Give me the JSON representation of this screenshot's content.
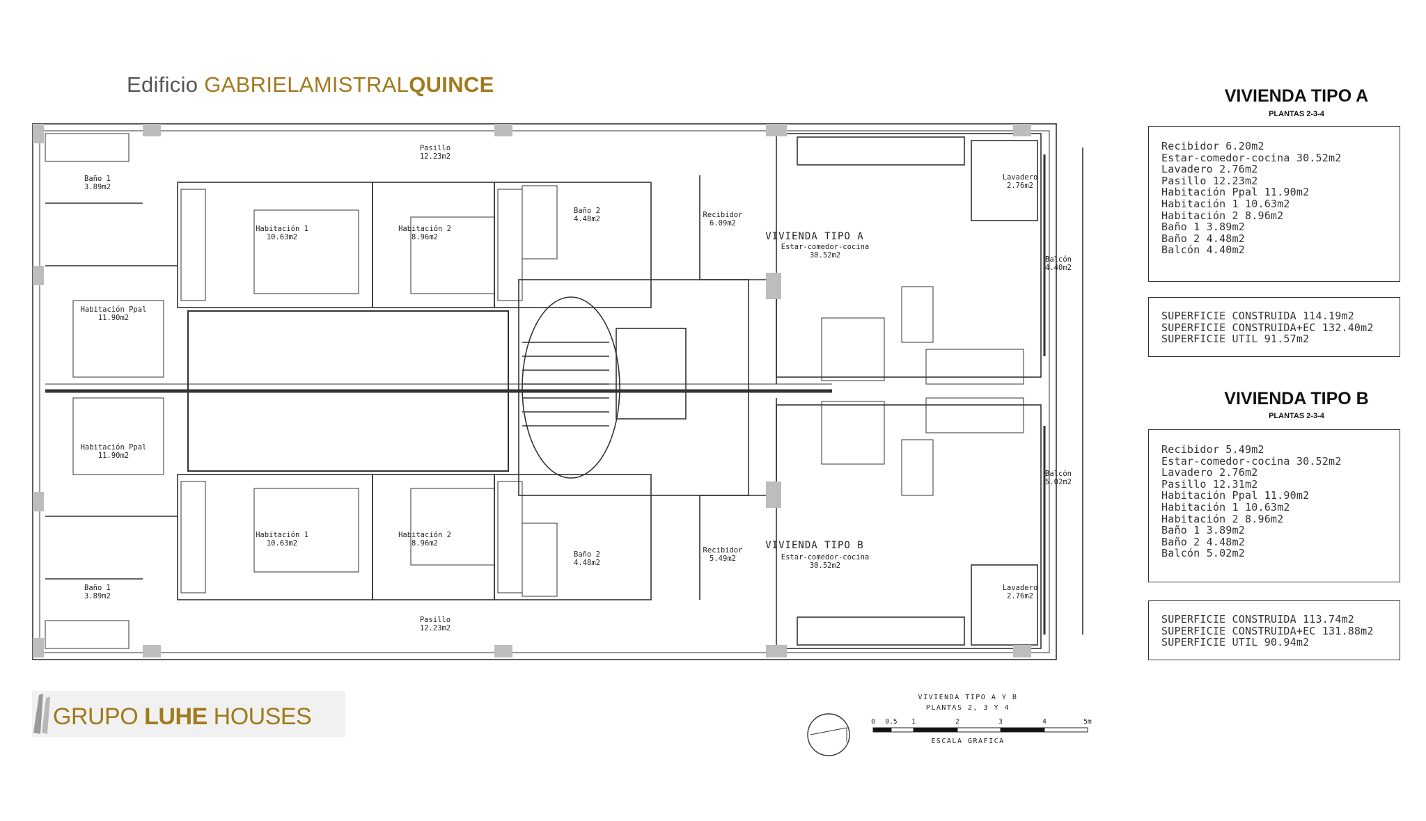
{
  "header": {
    "prefix": "Edificio",
    "name_light": "GABRIELAMISTRAL",
    "name_bold": "QUINCE"
  },
  "plan": {
    "rooms": [
      {
        "id": "pasillo-a",
        "name": "Pasillo",
        "area": "12.23m2"
      },
      {
        "id": "bano1-a",
        "name": "Baño 1",
        "area": "3.89m2"
      },
      {
        "id": "hab1-a",
        "name": "Habitación 1",
        "area": "10.63m2"
      },
      {
        "id": "hab2-a",
        "name": "Habitación 2",
        "area": "8.96m2"
      },
      {
        "id": "bano2-a",
        "name": "Baño 2",
        "area": "4.48m2"
      },
      {
        "id": "recibidor-a",
        "name": "Recibidor",
        "area": "6.09m2"
      },
      {
        "id": "estar-a",
        "name": "Estar-comedor-cocina",
        "area": "30.52m2"
      },
      {
        "id": "lavadero-a",
        "name": "Lavadero",
        "area": "2.76m2"
      },
      {
        "id": "balcon-a",
        "name": "Balcón",
        "area": "4.40m2"
      },
      {
        "id": "habppal-a",
        "name": "Habitación Ppal",
        "area": "11.90m2"
      },
      {
        "id": "habppal-b",
        "name": "Habitación Ppal",
        "area": "11.90m2"
      },
      {
        "id": "balcon-b",
        "name": "Balcón",
        "area": "5.02m2"
      },
      {
        "id": "hab1-b",
        "name": "Habitación 1",
        "area": "10.63m2"
      },
      {
        "id": "hab2-b",
        "name": "Habitación 2",
        "area": "8.96m2"
      },
      {
        "id": "bano2-b",
        "name": "Baño 2",
        "area": "4.48m2"
      },
      {
        "id": "recibidor-b",
        "name": "Recibidor",
        "area": "5.49m2"
      },
      {
        "id": "estar-b",
        "name": "Estar-comedor-cocina",
        "area": "30.52m2"
      },
      {
        "id": "lavadero-b",
        "name": "Lavadero",
        "area": "2.76m2"
      },
      {
        "id": "bano1-b",
        "name": "Baño 1",
        "area": "3.89m2"
      },
      {
        "id": "pasillo-b",
        "name": "Pasillo",
        "area": "12.23m2"
      }
    ],
    "label_tipo_a": "VIVIENDA TIPO A",
    "label_tipo_b": "VIVIENDA TIPO B"
  },
  "tipo_a": {
    "title": "VIVIENDA TIPO A",
    "subtitle": "PLANTAS 2-3-4",
    "rooms": [
      "Recibidor 6.20m2",
      "Estar-comedor-cocina 30.52m2",
      "Lavadero 2.76m2",
      "Pasillo 12.23m2",
      "Habitación Ppal 11.90m2",
      "Habitación 1 10.63m2",
      "Habitación 2 8.96m2",
      "Baño 1 3.89m2",
      "Baño 2 4.48m2",
      "Balcón 4.40m2"
    ],
    "surfaces": [
      "SUPERFICIE CONSTRUIDA 114.19m2",
      "SUPERFICIE CONSTRUIDA+EC 132.40m2",
      "SUPERFICIE UTIL 91.57m2"
    ]
  },
  "tipo_b": {
    "title": "VIVIENDA TIPO B",
    "subtitle": "PLANTAS 2-3-4",
    "rooms": [
      "Recibidor 5.49m2",
      "Estar-comedor-cocina 30.52m2",
      "Lavadero 2.76m2",
      "Pasillo 12.31m2",
      "Habitación Ppal 11.90m2",
      "Habitación 1 10.63m2",
      "Habitación 2 8.96m2",
      "Baño 1 3.89m2",
      "Baño 2 4.48m2",
      "Balcón 5.02m2"
    ],
    "surfaces": [
      "SUPERFICIE CONSTRUIDA 113.74m2",
      "SUPERFICIE CONSTRUIDA+EC 131.88m2",
      "SUPERFICIE UTIL 90.94m2"
    ]
  },
  "logo": {
    "part1": "GRUPO ",
    "part2": "LUHE",
    "part3": " HOUSES"
  },
  "scale": {
    "line1": "VIVIENDA TIPO A Y B",
    "line2": "PLANTAS 2, 3 Y 4",
    "ticks": [
      "0",
      "0.5",
      "1",
      "2",
      "3",
      "4",
      "5m"
    ],
    "caption": "ESCALA GRAFICA"
  }
}
